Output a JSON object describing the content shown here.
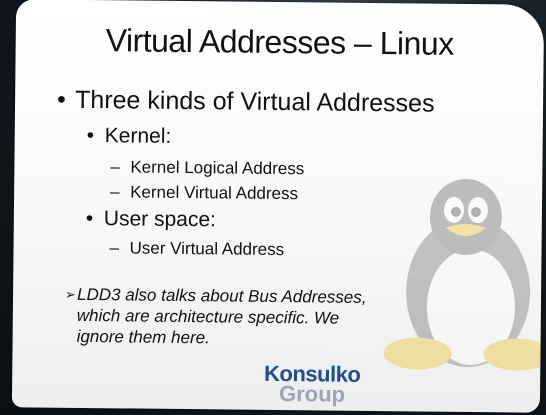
{
  "slide": {
    "title": "Virtual Addresses – Linux",
    "bullet_char": "•",
    "dash_char": "–",
    "arrow_char": "➢",
    "items": [
      {
        "level": 1,
        "text": "Three kinds of Virtual Addresses"
      },
      {
        "level": 2,
        "text": "Kernel:"
      },
      {
        "level": 3,
        "text": "Kernel Logical Address"
      },
      {
        "level": 3,
        "text": "Kernel Virtual Address"
      },
      {
        "level": 2,
        "text": "User space:"
      },
      {
        "level": 3,
        "text": "User Virtual Address"
      }
    ],
    "note": "LDD3 also talks about Bus Addresses, which are architecture specific. We ignore them here."
  },
  "logo": {
    "line1": "Konsulko",
    "line2": "Group"
  },
  "colors": {
    "logo_blue": "#1e4f8c",
    "logo_gray": "#9aa6b4",
    "text": "#111111"
  },
  "icons": {
    "mascot": "tux-penguin-icon"
  }
}
